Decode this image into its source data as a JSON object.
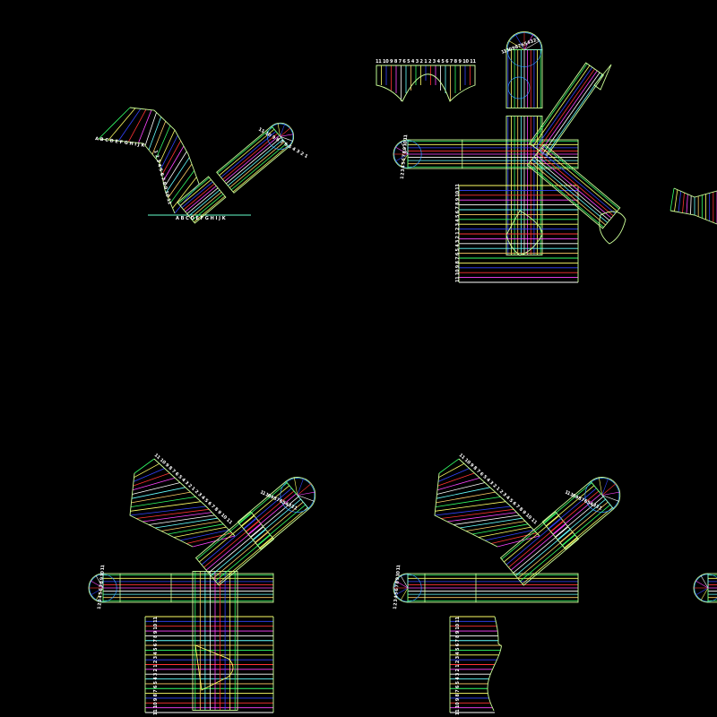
{
  "canvas": {
    "background": "#000000"
  },
  "palette": [
    "#33ff66",
    "#ffff66",
    "#3344ff",
    "#ff3333",
    "#ff44ff",
    "#ffffff",
    "#66ffff",
    "#ffcc66"
  ],
  "outline_color": "#ccff99",
  "labels": {
    "tl_curve_letters": "A B C D E F G H I J K",
    "tl_curve_numbers": "1 2 3 4 5 6 7 8 9 10 11",
    "tl_base_letters": "A B C D E F G H I J K",
    "tl_pipe_numbers": "11 10 9 8 7 6 5 4 3 2 1",
    "tm_fan_numbers": "11 10 9 8 7 6 5 4 3 2 1 2 3 4 5 6 7 8 9 10 11",
    "tm_vpipe_numbers": "11 10 9 8 7 6 5 4 3 2 1",
    "tm_hpipe_numbers": "1 2 3 4 5 6 7 8 9 10 11",
    "tm_block_numbers": "11 10 9 8 7 6 5 4 3 2 1 2 3 4 5 6 7 8 9 10 11",
    "bl_band_numbers": "11 10 9 8 7 6 5 4 3 2 1 2 3 4 5 6 7 8 9 10 11",
    "bl_pipe_numbers": "11 10 9 8 7 6 5 4 3 2 1",
    "bl_hpipe_numbers": "1 2 3 4 5 6 7 8 9 10 11",
    "bl_block_numbers": "11 10 9 8 7 6 5 4 3 2 1 2 3 4 5 6 7 8 9 10 11",
    "br_band_numbers": "11 10 9 8 7 6 5 4 3 2 1 2 3 4 5 6 7 8 9 10 11",
    "br_pipe_numbers": "11 10 9 8 7 6 5 4 3 2 1",
    "br_hpipe_numbers": "1 2 3 4 5 6 7 8 9 10 11",
    "br_block_numbers": "11 10 9 8 7 6 5 4 3 2 1 2 3 4 5 6 7 8 9 10 11"
  }
}
